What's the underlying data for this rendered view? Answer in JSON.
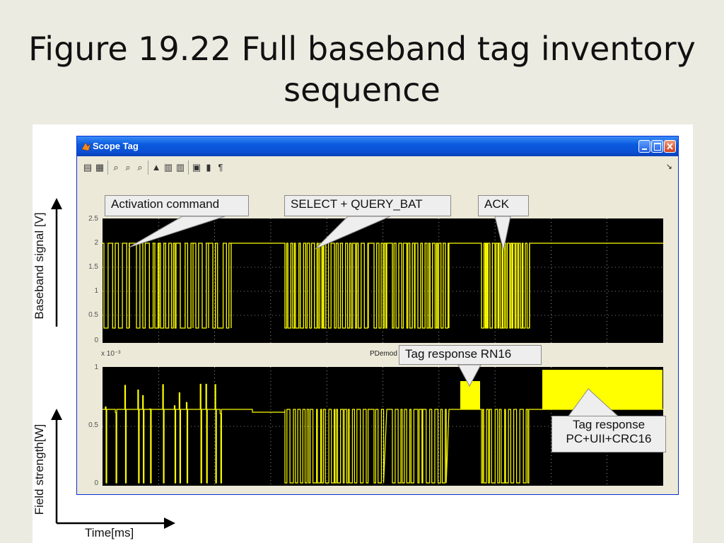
{
  "slide": {
    "title": "Figure 19.22 Full baseband tag inventory sequence"
  },
  "window": {
    "title": "Scope Tag",
    "toolbar_icons": [
      "print-icon",
      "parameters-icon",
      "zoom-icon",
      "zoom-x-icon",
      "zoom-y-icon",
      "autoscale-icon",
      "save-axes-icon",
      "restore-axes-icon",
      "floating-scope-icon",
      "lock-icon",
      "signal-selector-icon"
    ],
    "dock_glyph": "↘"
  },
  "plots": {
    "top_ticks": [
      "2.5",
      "2",
      "1.5",
      "1",
      "0.5",
      "0"
    ],
    "bottom_ticks": [
      "1",
      "0.5",
      "0"
    ],
    "bottom_exponent": "x 10⁻³",
    "block_label": "PDemod"
  },
  "callouts": {
    "activation": "Activation command",
    "select_query": "SELECT + QUERY_BAT",
    "ack": "ACK",
    "rn16": "Tag response RN16",
    "pc_uii": "Tag response PC+UII+CRC16"
  },
  "axes": {
    "y_top": "Baseband signal [V]",
    "y_bottom": "Field strength[W]",
    "x": "Time[ms]"
  },
  "colors": {
    "signal": "#ffff00",
    "plot_bg": "#000000",
    "grid": "#ffffff"
  }
}
